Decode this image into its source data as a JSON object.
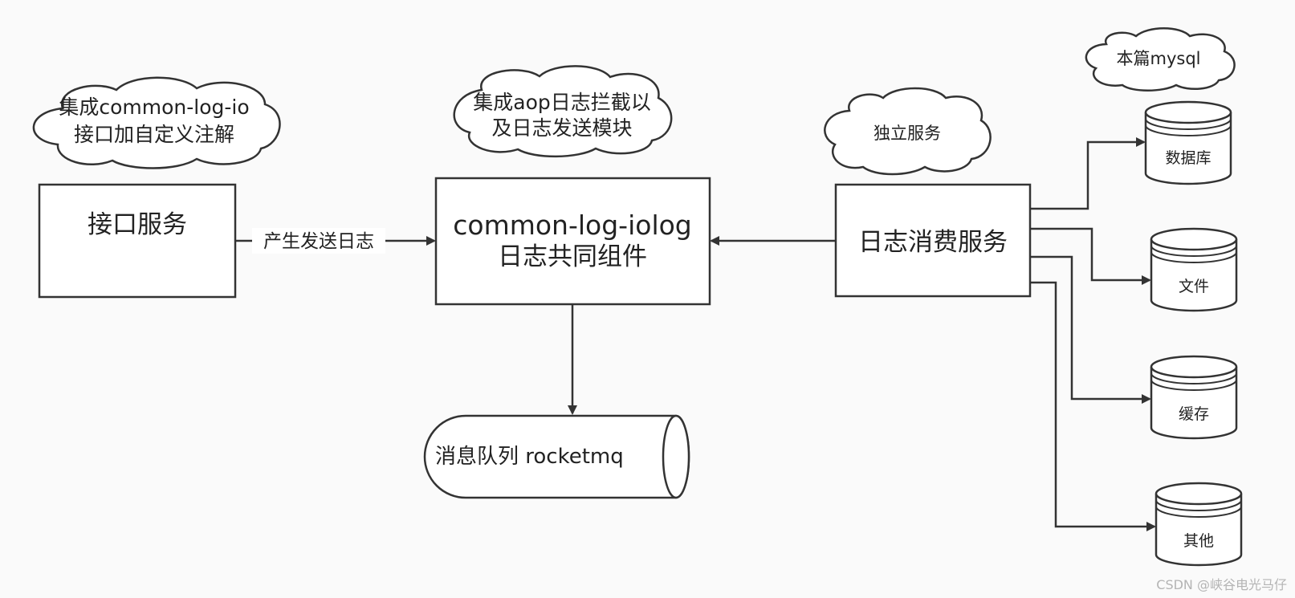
{
  "nodes": {
    "api_service": "接口服务",
    "common_component_line1": "common-log-iolog",
    "common_component_line2": "日志共同组件",
    "log_consumer": "日志消费服务",
    "message_queue": "消息队列 rocketmq",
    "database": "数据库",
    "file": "文件",
    "cache": "缓存",
    "other": "其他"
  },
  "edges": {
    "produce_send_log": "产生发送日志"
  },
  "clouds": {
    "api_note_line1": "集成common-log-io",
    "api_note_line2": "接口加自定义注解",
    "component_note_line1": "集成aop日志拦截以",
    "component_note_line2": "及日志发送模块",
    "consumer_note": "独立服务",
    "mysql_note": "本篇mysql"
  },
  "watermark": "CSDN @峡谷电光马仔"
}
